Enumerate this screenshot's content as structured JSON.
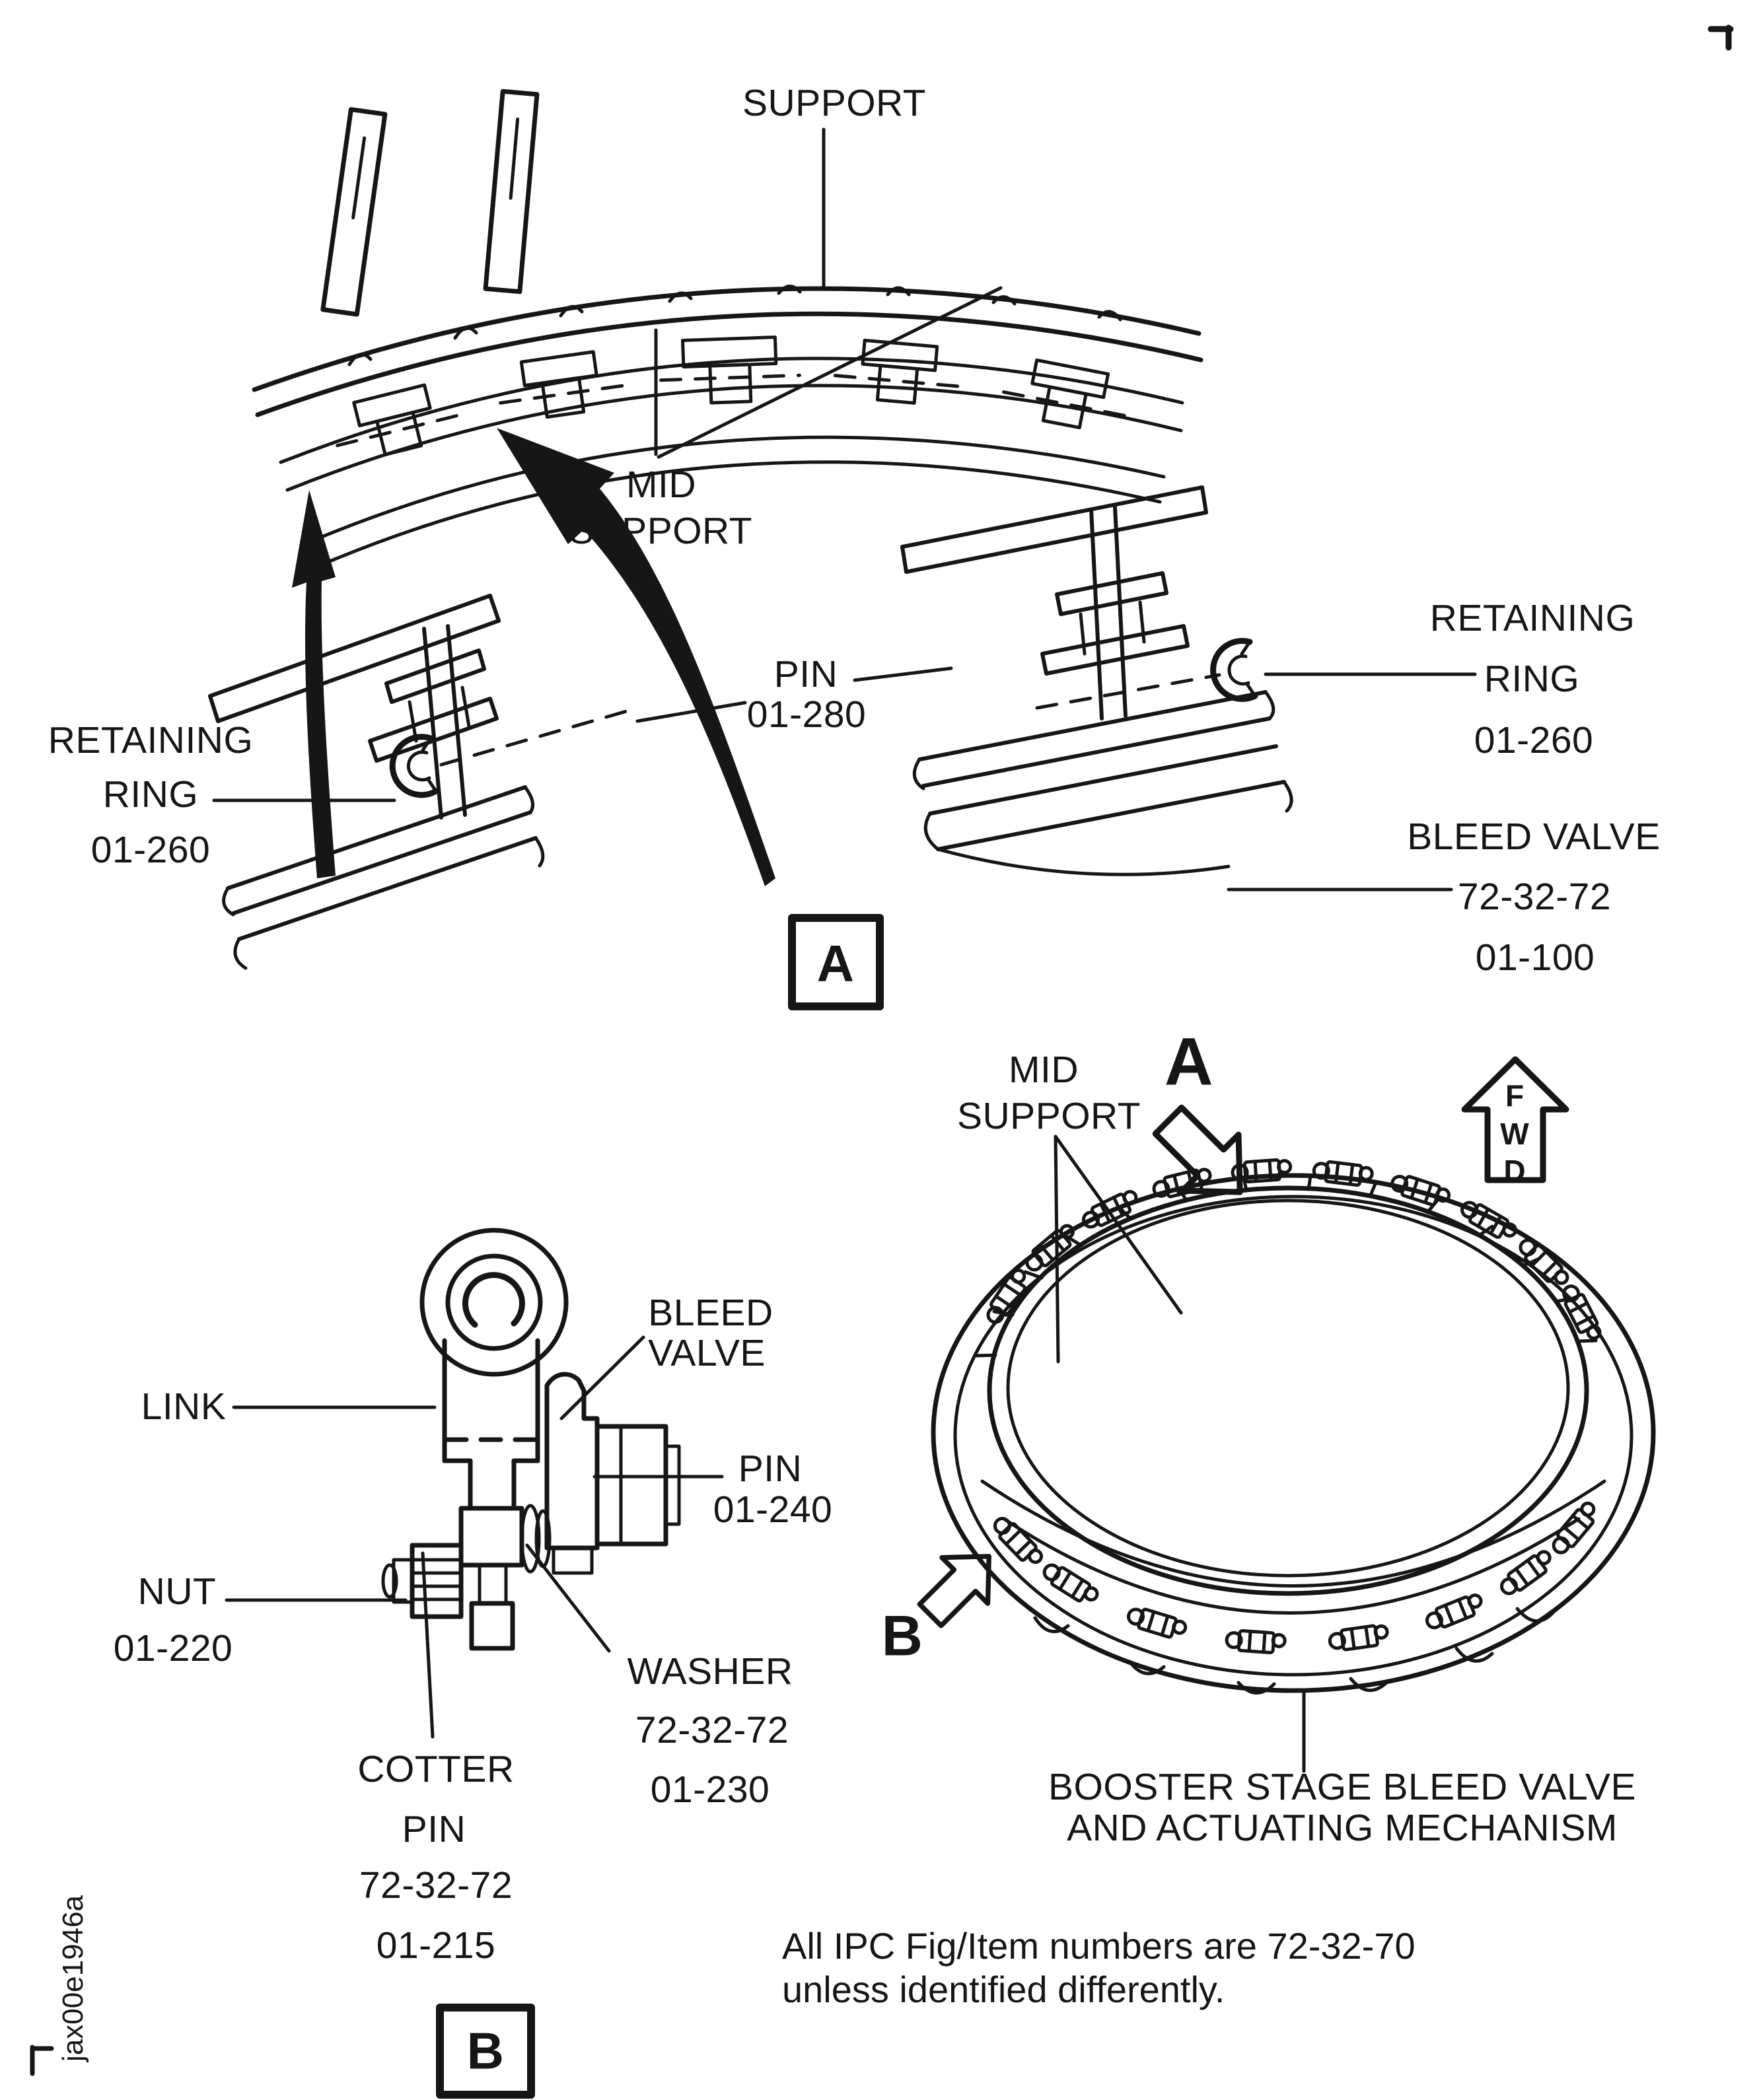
{
  "colors": {
    "ink": "#161616",
    "paper": "#ffffff"
  },
  "view_a": {
    "marker": "A",
    "support_label": "SUPPORT",
    "mid_support": {
      "line1": "MID",
      "line2": "SUPPORT"
    },
    "retaining_ring_left": {
      "line1": "RETAINING",
      "line2": "RING",
      "item": "01-260"
    },
    "pin": {
      "label": "PIN",
      "item": "01-280"
    },
    "retaining_ring_right": {
      "line1": "RETAINING",
      "line2": "RING",
      "item": "01-260"
    },
    "bleed_valve": {
      "label": "BLEED VALVE",
      "ref": "72-32-72",
      "item": "01-100"
    }
  },
  "view_b": {
    "marker": "B",
    "link_label": "LINK",
    "nut": {
      "label": "NUT",
      "item": "01-220"
    },
    "bleed_valve": {
      "line1": "BLEED",
      "line2": "VALVE"
    },
    "pin": {
      "label": "PIN",
      "item": "01-240"
    },
    "washer": {
      "label": "WASHER",
      "ref": "72-32-72",
      "item": "01-230"
    },
    "cotter_pin": {
      "line1": "COTTER",
      "line2": "PIN",
      "ref": "72-32-72",
      "item": "01-215"
    }
  },
  "overview": {
    "mid_support": {
      "line1": "MID",
      "line2": "SUPPORT"
    },
    "detail_marker_a": "A",
    "detail_marker_b": "B",
    "fwd": {
      "f": "F",
      "w": "W",
      "d": "D"
    },
    "caption": {
      "line1": "BOOSTER STAGE BLEED VALVE",
      "line2": "AND ACTUATING MECHANISM"
    }
  },
  "footer": {
    "note_line1": "All IPC Fig/Item numbers are 72-32-70",
    "note_line2": "unless identified differently.",
    "drawing_code": "jax00e1946a"
  }
}
